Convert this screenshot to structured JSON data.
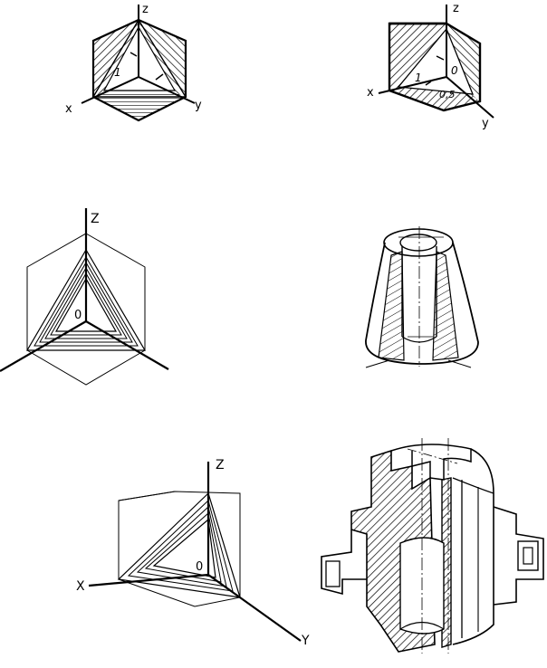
{
  "figures": [
    {
      "id": "cube-hatched-1",
      "labels": {
        "z": "z",
        "x": "x",
        "y": "y",
        "ratio": "1"
      }
    },
    {
      "id": "cube-hatched-2",
      "labels": {
        "z": "z",
        "x": "x",
        "y": "y",
        "r1": "1",
        "r0": "0",
        "r05": "0,5"
      }
    },
    {
      "id": "hexagon-axes",
      "labels": {
        "z": "Z",
        "origin": "0"
      }
    },
    {
      "id": "cone-section",
      "labels": {}
    },
    {
      "id": "cube-axes",
      "labels": {
        "z": "Z",
        "x": "X",
        "y": "Y",
        "origin": "0"
      }
    },
    {
      "id": "castellated-part-section",
      "labels": {}
    }
  ],
  "colors": {
    "ink": "#000000",
    "paper": "#ffffff"
  }
}
